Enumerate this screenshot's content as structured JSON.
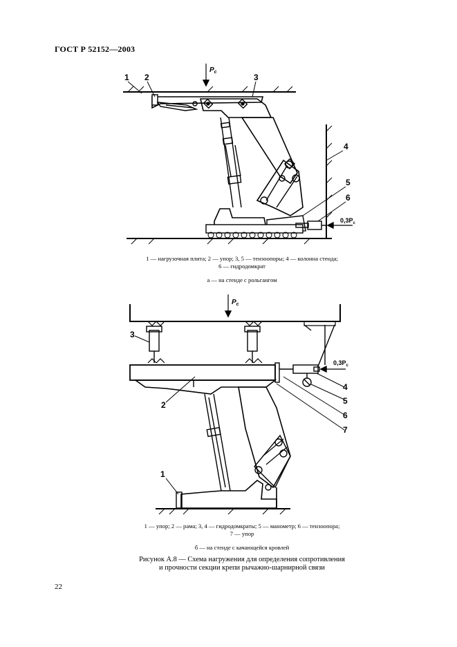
{
  "header": {
    "standard": "ГОСТ Р 52152—2003"
  },
  "figure_a": {
    "label_load": "P",
    "label_load_sub": "c",
    "label_side_force": "0,3P",
    "label_side_force_sub": "c",
    "numbers": [
      "1",
      "2",
      "3",
      "4",
      "5",
      "6"
    ],
    "legend_line1": "1 — нагрузочная плита; 2 — упор; 3, 5 — тензоопоры; 4 — колонна стенда;",
    "legend_line2": "6 — гидродомкрат",
    "subcaption": "а — на стенде с рольгангом"
  },
  "figure_b": {
    "label_load": "P",
    "label_load_sub": "c",
    "label_side_force": "0,3P",
    "label_side_force_sub": "c",
    "numbers": [
      "1",
      "2",
      "3",
      "4",
      "5",
      "6",
      "7"
    ],
    "legend_line1": "1 — упор; 2 — рама; 3, 4 — гидродомкраты; 5 — манометр; 6 — тензоопора;",
    "legend_line2": "7 — упор",
    "subcaption": "б — на стенде с качающейся кровлей"
  },
  "caption": {
    "line1": "Рисунок А.8 — Схема нагружения для определения сопротивления",
    "line2": "и прочности секции крепи рычажно-шарнирной связи"
  },
  "page_number": "22"
}
